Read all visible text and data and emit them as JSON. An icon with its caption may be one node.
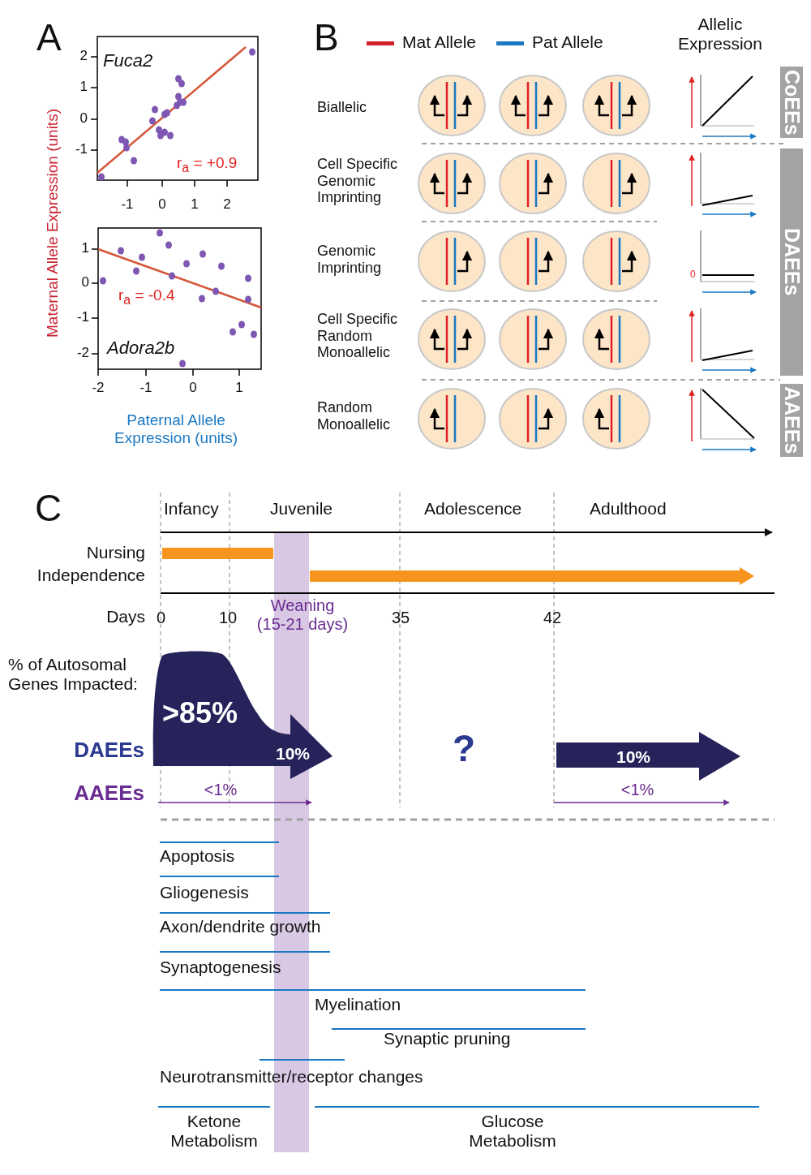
{
  "diagram": {
    "nodes": [
      {
        "text": [
          "CoEEs"
        ]
      },
      {
        "text": [
          "DAEEs"
        ]
      },
      {
        "text": [
          "AAEEs"
        ]
      },
      {
        "text": [
          ">85%",
          "10%"
        ]
      },
      {
        "text": [
          "10%"
        ]
      }
    ],
    "edges": [],
    "labels": [
      "A",
      "Maternal Allele Expression (units)",
      "Fuca2",
      "2",
      "1",
      "0",
      "-1",
      "r$_{a}$ = +0.9",
      "-1",
      "0",
      "1",
      "2",
      "1",
      "0",
      "-1",
      "-2",
      "r$_{a}$ = -0.4",
      "Adora2b",
      "-2",
      "-1",
      "0",
      "1",
      "Paternal Allele Expression (units)",
      "B",
      "Allelic Expression",
      "Biallelic",
      "Cell Specific Genomic Imprinting",
      "Genomic Imprinting",
      "0",
      "Cell Specific Random Monoallelic",
      "Random Monoallelic",
      "C",
      "Infancy",
      "Juvenile",
      "Adolescence",
      "Adulthood",
      "Nursing",
      "Independence",
      "Days",
      "0",
      "10",
      "Weaning (15-21 days)",
      "35",
      "42",
      "% of Autosomal Genes Impacted:",
      "DAEEs",
      "?",
      "AAEEs",
      "<1%",
      "<1%",
      "Apoptosis",
      "Gliogenesis",
      "Axon/dendrite growth",
      "Synaptogenesis",
      "Myelination",
      "Synaptic pruning",
      "Neurotransmitter/receptor changes",
      "Ketone Metabolism",
      "Glucose Metabolism"
    ],
    "legend": [
      {
        "text": "Mat Allele"
      },
      {
        "text": "Pat Allele"
      }
    ]
  }
}
